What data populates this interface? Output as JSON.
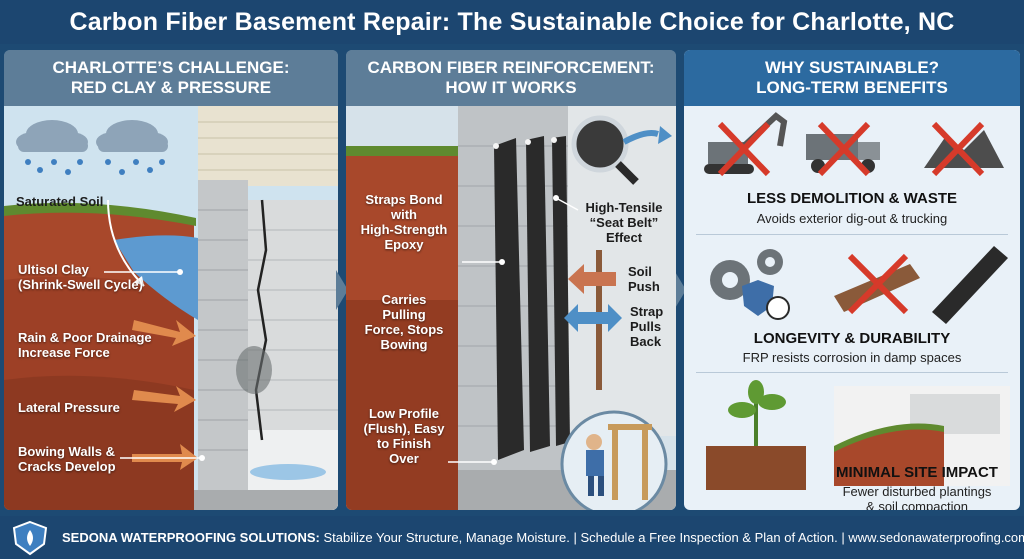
{
  "title": "Carbon Fiber Basement Repair: The Sustainable Choice for Charlotte, NC",
  "panels": {
    "challenge": {
      "heading_line1": "CHARLOTTE’S CHALLENGE:",
      "heading_line2": "RED CLAY & PRESSURE",
      "labels": {
        "saturated": "Saturated Soil",
        "ultisol_1": "Ultisol Clay",
        "ultisol_2": "(Shrink-Swell Cycle)",
        "rain_1": "Rain & Poor Drainage",
        "rain_2": "Increase Force",
        "lateral": "Lateral Pressure",
        "bowing_1": "Bowing Walls &",
        "bowing_2": "Cracks Develop"
      }
    },
    "how": {
      "heading_line1": "CARBON FIBER REINFORCEMENT:",
      "heading_line2": "HOW IT WORKS",
      "labels": {
        "straps_1": "Straps Bond",
        "straps_2": "with",
        "straps_3": "High-Strength",
        "straps_4": "Epoxy",
        "carries_1": "Carries",
        "carries_2": "Pulling",
        "carries_3": "Force, Stops",
        "carries_4": "Bowing",
        "low_1": "Low Profile",
        "low_2": "(Flush), Easy",
        "low_3": "to Finish",
        "low_4": "Over",
        "tensile_1": "High-Tensile",
        "tensile_2": "“Seat Belt”",
        "tensile_3": "Effect",
        "soil_1": "Soil",
        "soil_2": "Push",
        "strap_1": "Strap",
        "strap_2": "Pulls",
        "strap_3": "Back"
      }
    },
    "why": {
      "heading_line1": "WHY SUSTAINABLE?",
      "heading_line2": "LONG-TERM BENEFITS",
      "benefits": [
        {
          "title": "LESS DEMOLITION & WASTE",
          "subtitle": "Avoids exterior dig-out & trucking"
        },
        {
          "title": "LONGEVITY & DURABILITY",
          "subtitle": "FRP resists corrosion in damp spaces"
        },
        {
          "title": "MINIMAL SITE IMPACT",
          "subtitle_1": "Fewer disturbed plantings",
          "subtitle_2": "& soil compaction"
        }
      ]
    }
  },
  "footer": {
    "company": "SEDONA WATERPROOFING SOLUTIONS:",
    "tagline": " Stabilize Your Structure, Manage Moisture.  |  Schedule a Free Inspection & Plan of Action.  |  www.sedonawaterproofing.com"
  },
  "colors": {
    "navy": "#1c4670",
    "clay": "#a8482b",
    "accent_red": "#d63a2a",
    "panel_blue": "#2c6aa0"
  }
}
